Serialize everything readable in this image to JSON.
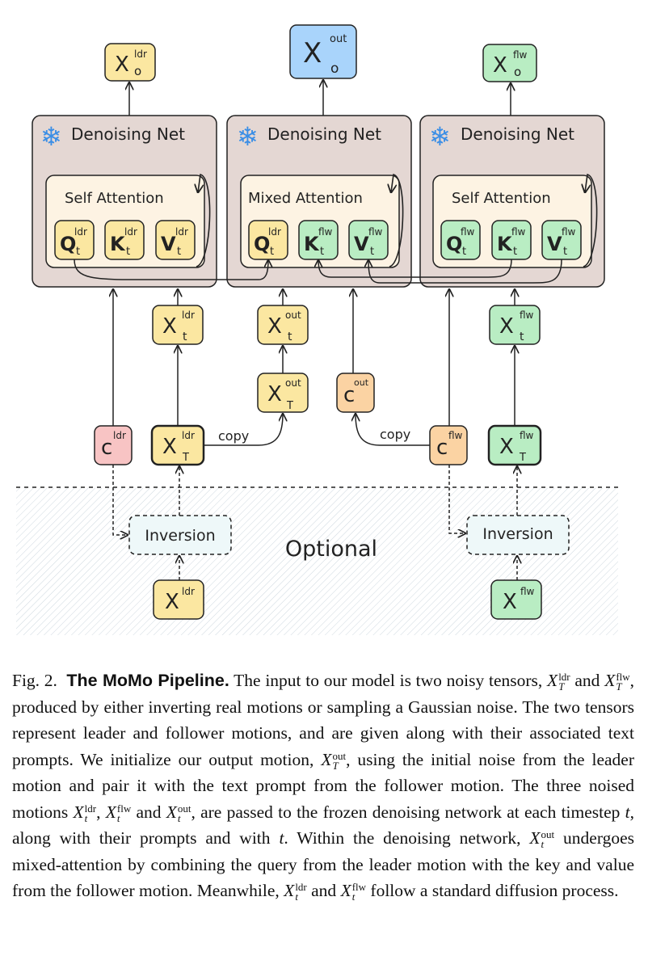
{
  "figure": {
    "net_title": "Denoising Net",
    "self_attention": "Self Attention",
    "mixed_attention": "Mixed Attention",
    "inversion": "Inversion",
    "optional": "Optional",
    "copy": "copy",
    "symbol_x": "X",
    "symbol_c": "c",
    "symbol_q": "Q",
    "symbol_k": "K",
    "symbol_v": "V",
    "sup_ldr": "ldr",
    "sup_flw": "flw",
    "sup_out": "out",
    "sub_o": "o",
    "sub_t": "t",
    "sub_T": "T",
    "snowflake": "❄",
    "colors": {
      "yellow": "#fbe7a1",
      "green": "#b9edc3",
      "blue": "#a9d4fb",
      "orange": "#fbd3a3",
      "pink": "#f8c4c4",
      "net_bg": "#e4d7d3",
      "attn_bg": "#fdf3e3",
      "inversion_bg": "#eef8f9",
      "snowflake": "#3a8ee6"
    }
  },
  "caption": {
    "label": "Fig. 2.",
    "title": "The MoMo Pipeline.",
    "p1": "The input to our model is two noisy tensors,",
    "p2": "and",
    "p3": ", produced by either inverting real motions or sampling a Gaussian noise. The two tensors represent leader and follower motions, and are given along with their associated text prompts. We initialize our output motion,",
    "p4": ", using the initial noise from the leader motion and pair it with the text prompt from the follower motion. The three noised motions",
    "p5": ",",
    "p6": "and",
    "p7": ", are passed to the frozen denoising network at each timestep",
    "t": "t",
    "p8": ", along with their prompts and with",
    "p9": ". Within the denoising network,",
    "p10": "undergoes mixed-attention by combining the query from the leader motion with the key and value from the follower motion. Meanwhile,",
    "p11": "and",
    "p12": "follow a standard diffusion process.",
    "X": "X",
    "ldr": "ldr",
    "flw": "flw",
    "out": "out",
    "T": "T"
  }
}
